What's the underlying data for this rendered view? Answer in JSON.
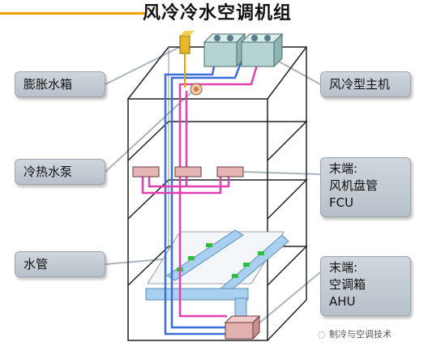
{
  "title": "风冷冷水空调机组",
  "labels": {
    "expansion_tank": "膨胀水箱",
    "chiller": "风冷型主机",
    "pump": "冷热水泵",
    "fcu_line1": "末端:",
    "fcu_line2": "风机盘管",
    "fcu_line3": "FCU",
    "water_pipe": "水管",
    "ahu_line1": "末端:",
    "ahu_line2": "空调箱",
    "ahu_line3": "AHU"
  },
  "watermark": "制冷与空调技术",
  "colors": {
    "accent_line": "#f2a100",
    "supply_pipe": "#3a6fd8",
    "return_pipe": "#e040b0",
    "duct": "#a9d0ee",
    "unit_box": "#b5d3d1",
    "fcu_unit": "#e6b6b6",
    "ahu_unit": "#e2b1b1",
    "tank": "#e7b92a",
    "label_bg": "#c4ccd4"
  }
}
